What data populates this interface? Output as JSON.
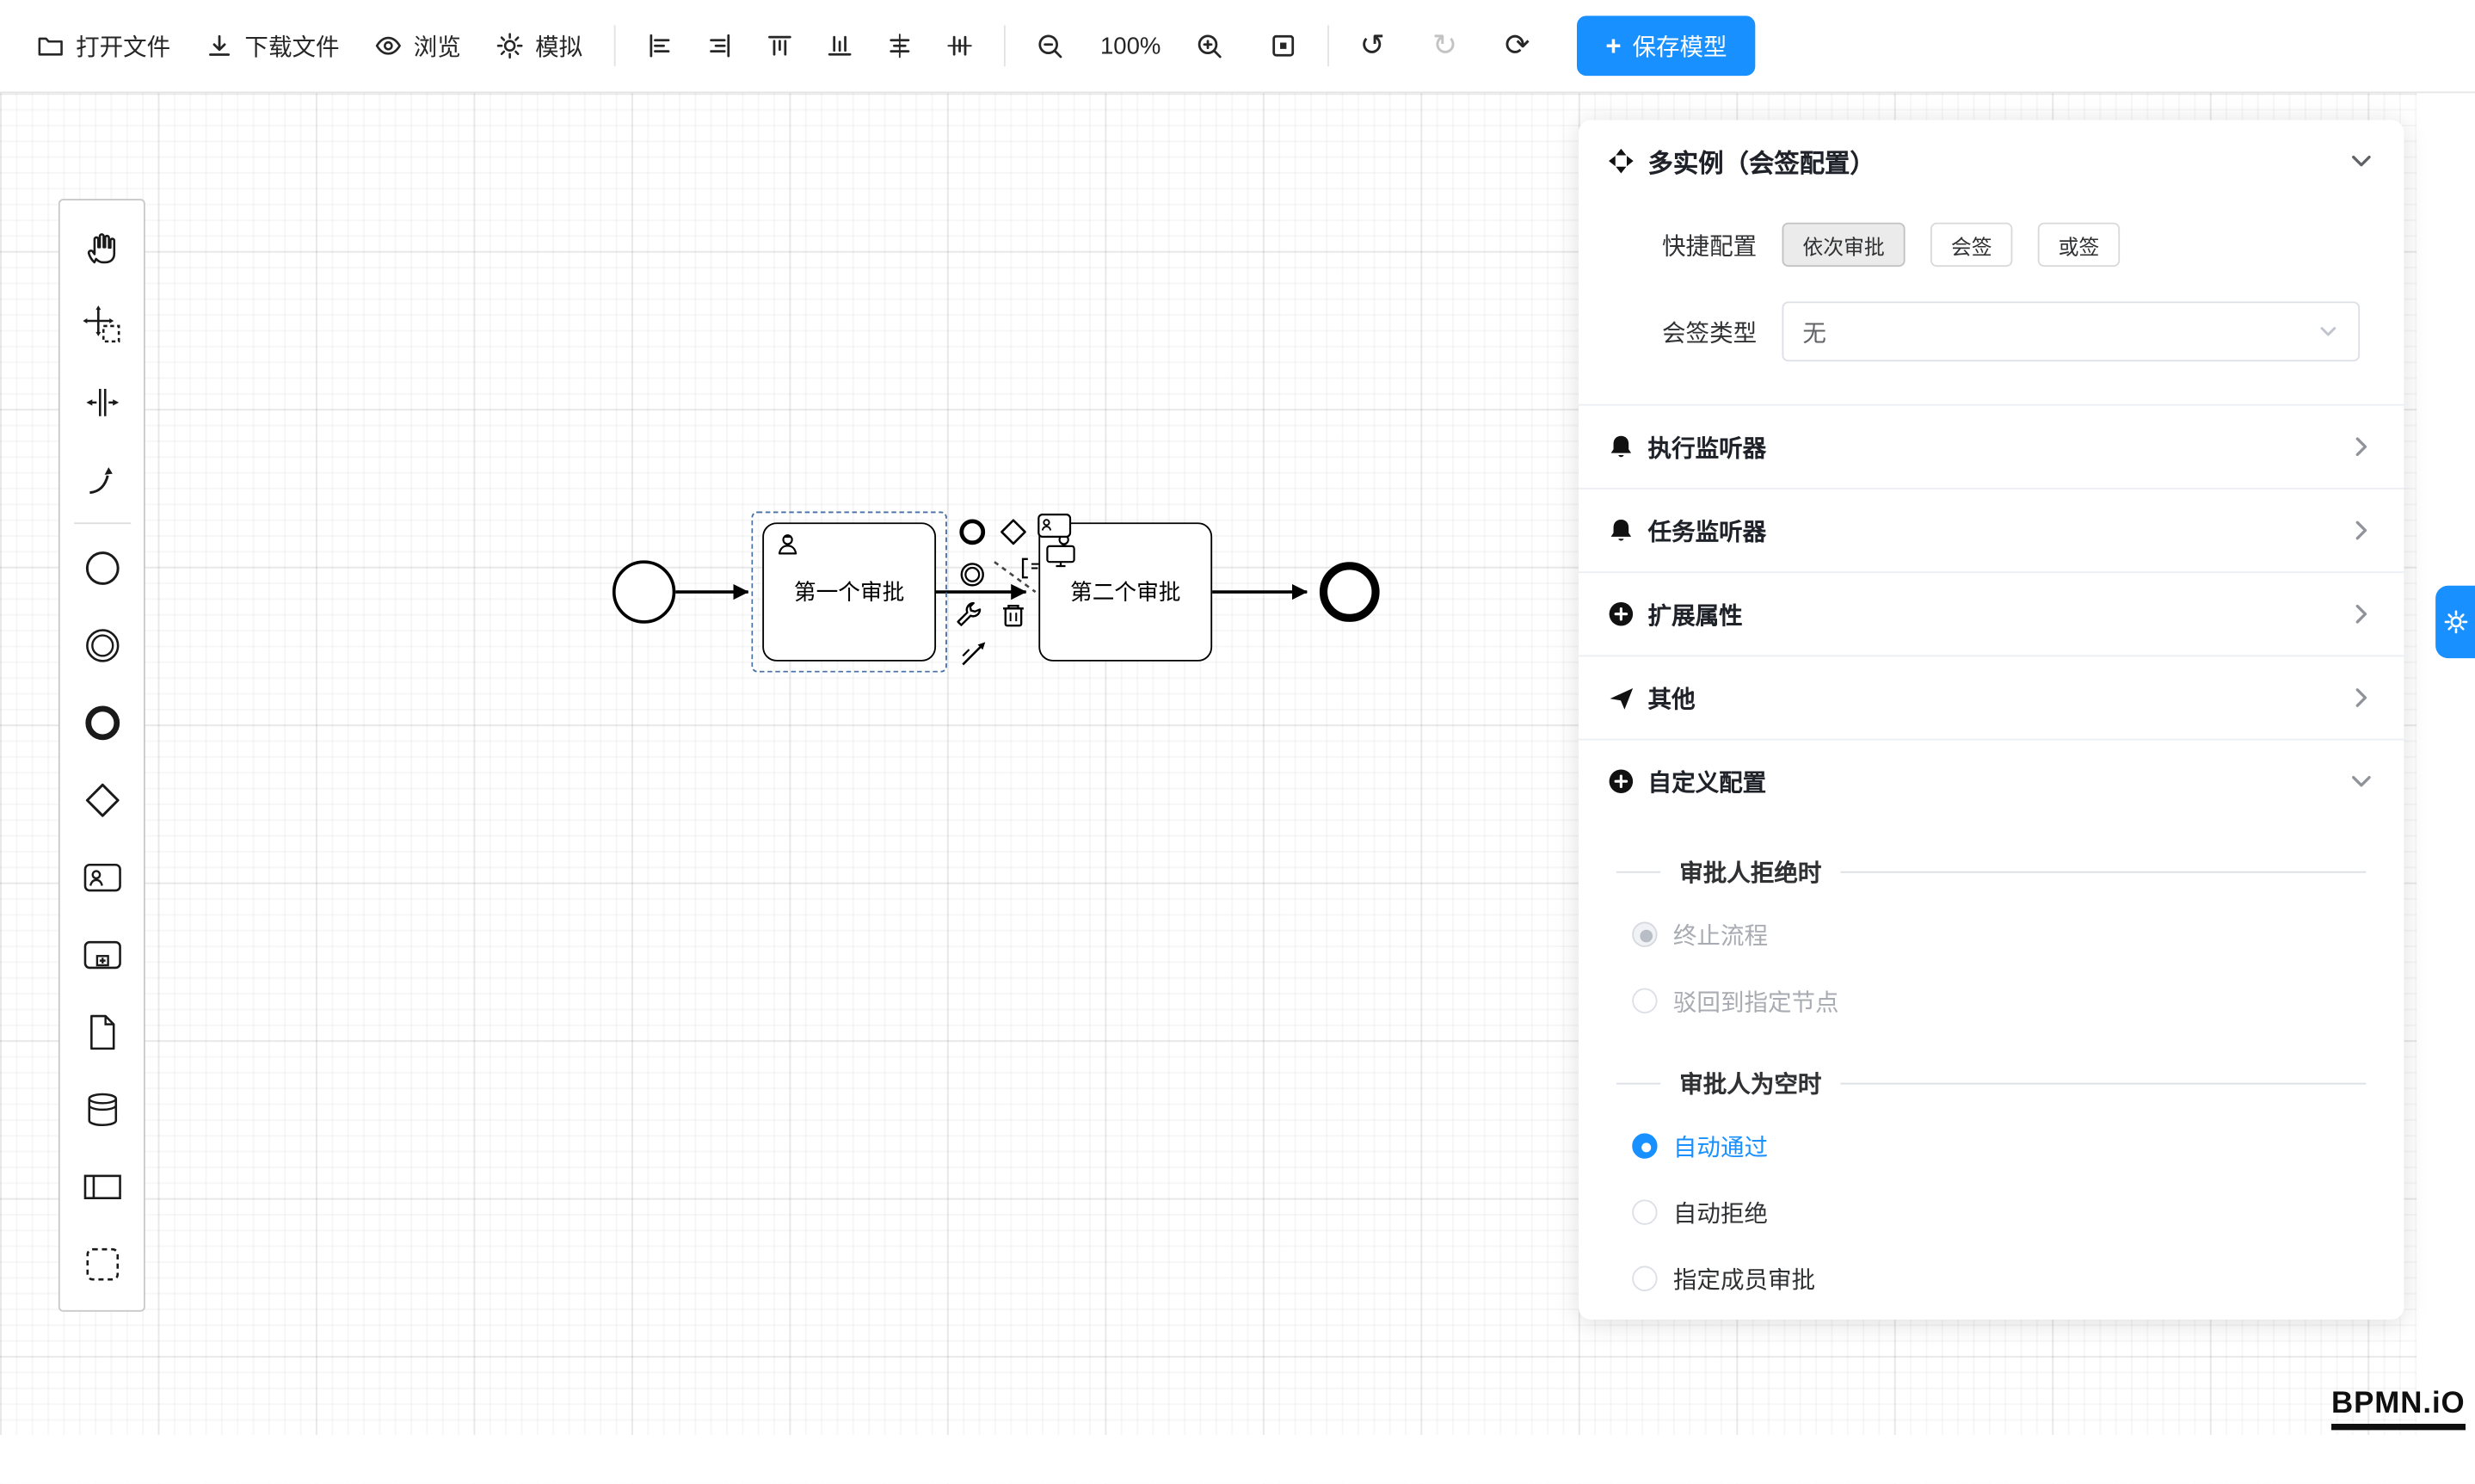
{
  "toolbar": {
    "open_label": "打开文件",
    "download_label": "下载文件",
    "preview_label": "浏览",
    "simulate_label": "模拟",
    "zoom_level": "100%",
    "undo_glyph": "↺",
    "redo_glyph": "↻",
    "refresh_glyph": "⟳",
    "save_plus": "+",
    "save_label": "保存模型"
  },
  "canvas": {
    "tasks": [
      {
        "label": "第一个审批"
      },
      {
        "label": "第二个审批"
      }
    ]
  },
  "panel": {
    "title": "多实例（会签配置）",
    "quick_config_label": "快捷配置",
    "quick_options": [
      "依次审批",
      "会签",
      "或签"
    ],
    "sign_type_label": "会签类型",
    "sign_type_value": "无",
    "sections": [
      "执行监听器",
      "任务监听器",
      "扩展属性",
      "其他",
      "自定义配置"
    ],
    "custom": {
      "reject_title": "审批人拒绝时",
      "reject_options": [
        "终止流程",
        "驳回到指定节点"
      ],
      "empty_title": "审批人为空时",
      "empty_options": [
        "自动通过",
        "自动拒绝",
        "指定成员审批"
      ]
    }
  },
  "logo": "BPMN.iO",
  "colors": {
    "primary": "#1890ff",
    "selection": "#466fa6"
  }
}
